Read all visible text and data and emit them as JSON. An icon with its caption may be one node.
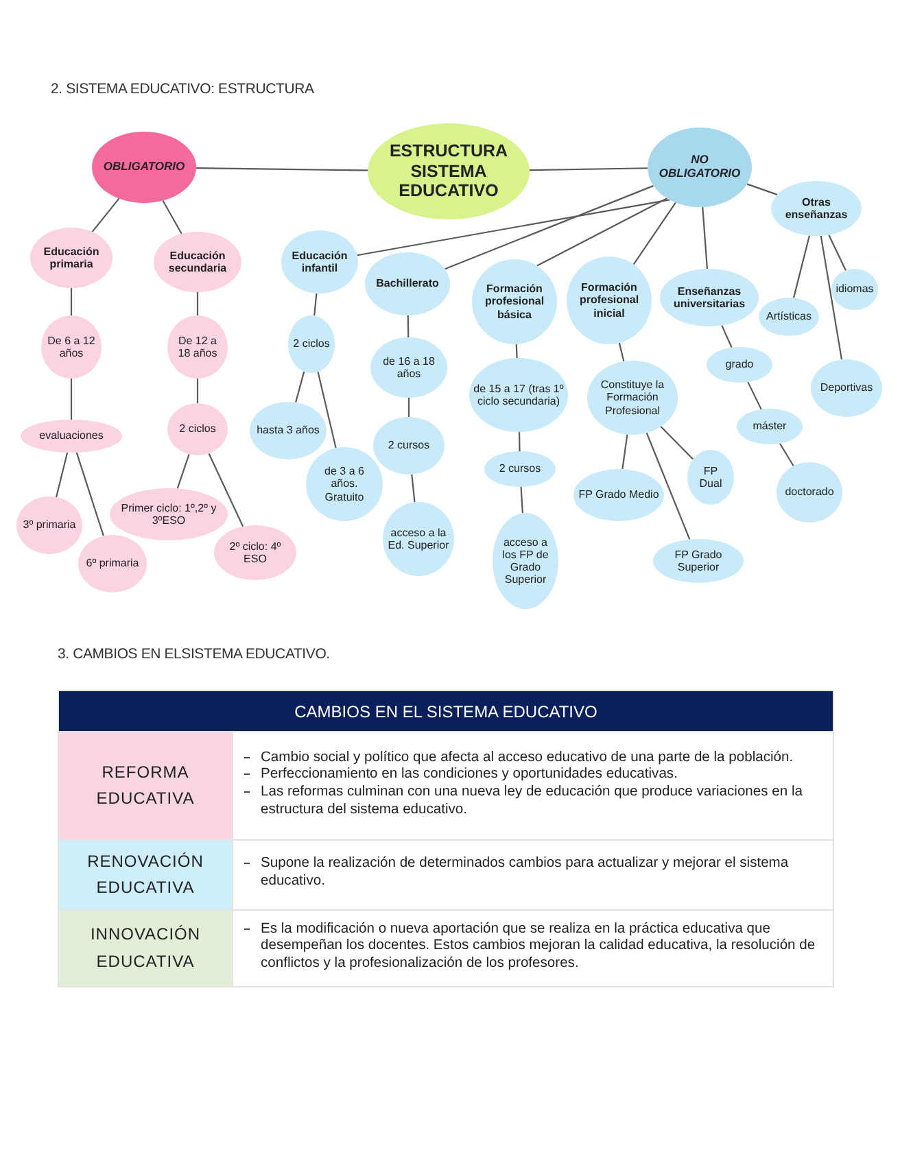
{
  "diagram": {
    "nodes": [
      {
        "text": [
          "OBLIGATORIO"
        ]
      },
      {
        "text": [
          "ESTRUCTURA SISTEMA EDUCATIVO"
        ]
      },
      {
        "text": [
          "NO OBLIGATORIO"
        ]
      },
      {
        "text": [
          "Educación primaria"
        ]
      },
      {
        "text": [
          "Educación secundaria"
        ]
      },
      {
        "text": [
          "De 6 a 12 años"
        ]
      },
      {
        "text": [
          "De 12 a 18 años"
        ]
      },
      {
        "text": [
          "evaluaciones"
        ]
      },
      {
        "text": [
          "2 ciclos"
        ]
      },
      {
        "text": [
          "3º primaria"
        ]
      },
      {
        "text": [
          "6º primaria"
        ]
      },
      {
        "text": [
          "Primer ciclo: 1º,2º y 3ºESO"
        ]
      },
      {
        "text": [
          "2º ciclo: 4º ESO"
        ]
      },
      {
        "text": [
          "Educación infantil"
        ]
      },
      {
        "text": [
          "Bachillerato"
        ]
      },
      {
        "text": [
          "Formación profesional básica"
        ]
      },
      {
        "text": [
          "Formación profesional inicial"
        ]
      },
      {
        "text": [
          "Enseñanzas universitarias"
        ]
      },
      {
        "text": [
          "Otras enseñanzas"
        ]
      },
      {
        "text": [
          "2 ciclos"
        ]
      },
      {
        "text": [
          "de 16 a 18 años"
        ]
      },
      {
        "text": [
          "hasta 3 años"
        ]
      },
      {
        "text": [
          "2 cursos"
        ]
      },
      {
        "text": [
          "de 3 a 6 años. Gratuito"
        ]
      },
      {
        "text": [
          "acceso a la Ed. Superior"
        ]
      },
      {
        "text": [
          "de 15 a 17 (tras 1º ciclo secundaria)"
        ]
      },
      {
        "text": [
          "2 cursos"
        ]
      },
      {
        "text": [
          "acceso a los FP de Grado Superior"
        ]
      },
      {
        "text": [
          "Constituye la Formación Profesional"
        ]
      },
      {
        "text": [
          "FP Grado Medio"
        ]
      },
      {
        "text": [
          "FP Dual"
        ]
      },
      {
        "text": [
          "FP Grado Superior"
        ]
      },
      {
        "text": [
          "grado"
        ]
      },
      {
        "text": [
          "máster"
        ]
      },
      {
        "text": [
          "doctorado"
        ]
      },
      {
        "text": [
          "Artísticas"
        ]
      },
      {
        "text": [
          "idiomas"
        ]
      },
      {
        "text": [
          "Deportivas"
        ]
      }
    ],
    "edges": [
      {
        "from": 0,
        "to": 1,
        "arrow": "none"
      },
      {
        "from": 1,
        "to": 2,
        "arrow": "none"
      },
      {
        "from": 0,
        "to": 3,
        "arrow": "none"
      },
      {
        "from": 0,
        "to": 4,
        "arrow": "none"
      },
      {
        "from": 3,
        "to": 5,
        "arrow": "none"
      },
      {
        "from": 5,
        "to": 7,
        "arrow": "none"
      },
      {
        "from": 7,
        "to": 9,
        "arrow": "none"
      },
      {
        "from": 7,
        "to": 10,
        "arrow": "none"
      },
      {
        "from": 4,
        "to": 6,
        "arrow": "none"
      },
      {
        "from": 6,
        "to": 8,
        "arrow": "none"
      },
      {
        "from": 8,
        "to": 11,
        "arrow": "none"
      },
      {
        "from": 8,
        "to": 12,
        "arrow": "none"
      },
      {
        "from": 2,
        "to": 13,
        "arrow": "none"
      },
      {
        "from": 2,
        "to": 14,
        "arrow": "none"
      },
      {
        "from": 2,
        "to": 15,
        "arrow": "none"
      },
      {
        "from": 2,
        "to": 16,
        "arrow": "none"
      },
      {
        "from": 2,
        "to": 17,
        "arrow": "none"
      },
      {
        "from": 2,
        "to": 18,
        "arrow": "none"
      },
      {
        "from": 13,
        "to": 19,
        "arrow": "none"
      },
      {
        "from": 19,
        "to": 21,
        "arrow": "none"
      },
      {
        "from": 19,
        "to": 23,
        "arrow": "none"
      },
      {
        "from": 14,
        "to": 20,
        "arrow": "none"
      },
      {
        "from": 20,
        "to": 22,
        "arrow": "none"
      },
      {
        "from": 22,
        "to": 24,
        "arrow": "none"
      },
      {
        "from": 15,
        "to": 25,
        "arrow": "none"
      },
      {
        "from": 25,
        "to": 26,
        "arrow": "none"
      },
      {
        "from": 26,
        "to": 27,
        "arrow": "none"
      },
      {
        "from": 16,
        "to": 28,
        "arrow": "none"
      },
      {
        "from": 28,
        "to": 29,
        "arrow": "none"
      },
      {
        "from": 28,
        "to": 30,
        "arrow": "none"
      },
      {
        "from": 28,
        "to": 31,
        "arrow": "none"
      },
      {
        "from": 17,
        "to": 32,
        "arrow": "none"
      },
      {
        "from": 32,
        "to": 33,
        "arrow": "none"
      },
      {
        "from": 33,
        "to": 34,
        "arrow": "none"
      },
      {
        "from": 18,
        "to": 35,
        "arrow": "none"
      },
      {
        "from": 18,
        "to": 36,
        "arrow": "none"
      },
      {
        "from": 18,
        "to": 37,
        "arrow": "none"
      }
    ],
    "labels": [
      "2. SISTEMA EDUCATIVO: ESTRUCTURA",
      "3. CAMBIOS EN ELSISTEMA EDUCATIVO.",
      "CAMBIOS EN EL SISTEMA EDUCATIVO",
      "REFORMA EDUCATIVA",
      "Cambio social y político que afecta al acceso educativo de una parte de la población.",
      "Perfeccionamiento en las condiciones y oportunidades educativas.",
      "Las reformas culminan con una nueva ley de educación que produce variaciones en la estructura del sistema educativo.",
      "RENOVACIÓN EDUCATIVA",
      "Supone la realización de determinados cambios para actualizar y mejorar el sistema educativo.",
      "INNOVACIÓN EDUCATIVA",
      "Es la modificación o nueva aportación que se realiza en la práctica educativa que desempeñan los docentes. Estos cambios mejoran la calidad educativa, la resolución de conflictos y la profesionalización de los profesores."
    ]
  }
}
